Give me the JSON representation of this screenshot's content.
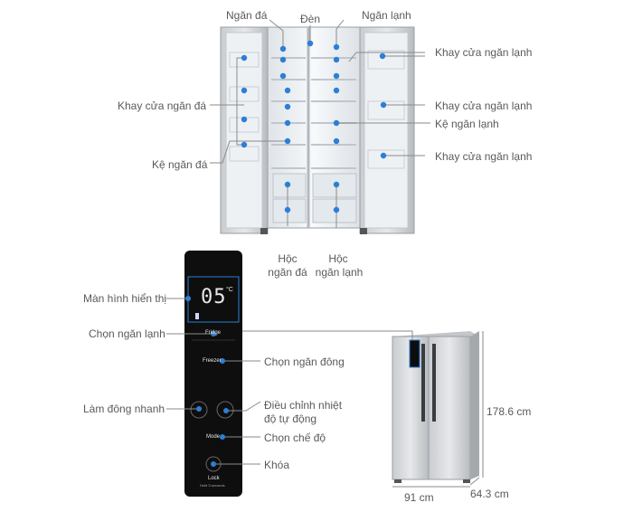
{
  "fridge_labels": {
    "ngan_da": "Ngăn đá",
    "den": "Đèn",
    "ngan_lanh": "Ngăn lạnh",
    "khay_cua_ngan_lanh_1": "Khay cửa ngăn lạnh",
    "khay_cua_ngan_da": "Khay cửa ngăn đá",
    "khay_cua_ngan_lanh_2": "Khay cửa ngăn lạnh",
    "ke_ngan_lanh": "Kệ ngăn lạnh",
    "khay_cua_ngan_lanh_3": "Khay cửa ngăn lạnh",
    "ke_ngan_da": "Kệ ngăn đá",
    "hoc_ngan_da_1": "Hộc",
    "hoc_ngan_da_2": "ngăn đá",
    "hoc_ngan_lanh_1": "Hộc",
    "hoc_ngan_lanh_2": "ngăn lạnh"
  },
  "panel_labels": {
    "man_hinh": "Màn hình hiển thị",
    "chon_ngan_lanh": "Chọn ngăn lạnh",
    "chon_ngan_dong": "Chọn ngăn đông",
    "lam_dong_nhanh": "Làm đông nhanh",
    "dieu_chinh_1": "Điều chỉnh nhiệt",
    "dieu_chinh_2": "độ tự động",
    "chon_che_do": "Chọn chế độ",
    "khoa": "Khóa"
  },
  "panel_screen": {
    "temperature": "05",
    "unit": "°C",
    "fridge_btn": "Fridge",
    "freezer_btn": "Freezer",
    "mode_btn": "Mode",
    "lock_btn": "Lock",
    "lock_hint": "Hold 3 seconds"
  },
  "dimensions": {
    "height": "178.6 cm",
    "width": "91 cm",
    "depth": "64.3 cm"
  },
  "colors": {
    "accent_dot": "#2b7fd6",
    "line": "#8a8a8a",
    "panel": "#111111"
  }
}
